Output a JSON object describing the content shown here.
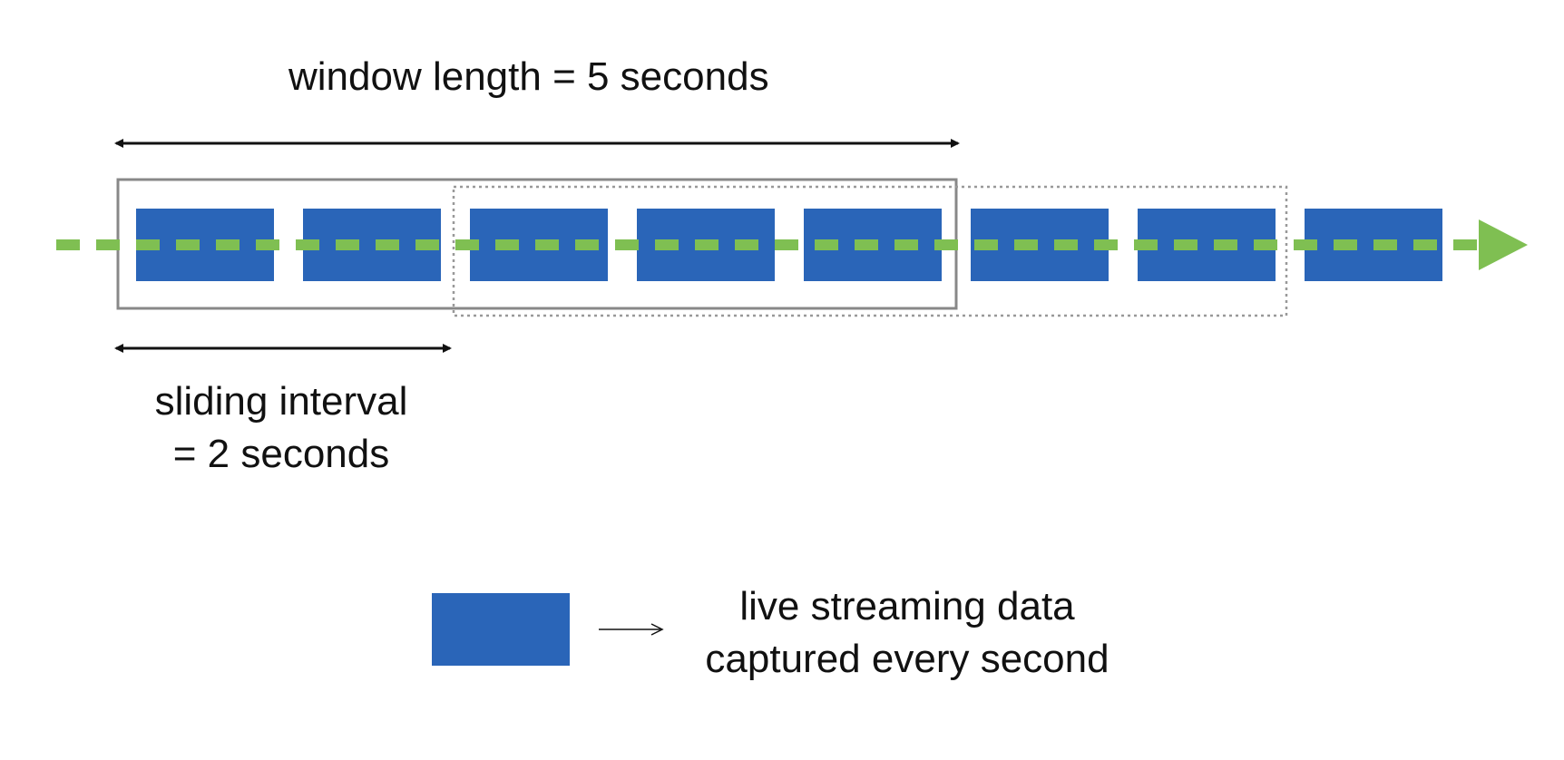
{
  "window_length_label": "window length = 5 seconds",
  "sliding_interval_label": {
    "line1": "sliding interval",
    "line2": "= 2 seconds"
  },
  "legend": {
    "line1": "live streaming data",
    "line2": "captured every second"
  },
  "stream": {
    "block_count": 8,
    "window_blocks": 5,
    "slide_blocks": 2
  },
  "colors": {
    "block": "#2a65b8",
    "stream": "#7fbf52",
    "window_border": "#888888",
    "next_window_border": "#999999",
    "arrow": "#111111"
  }
}
